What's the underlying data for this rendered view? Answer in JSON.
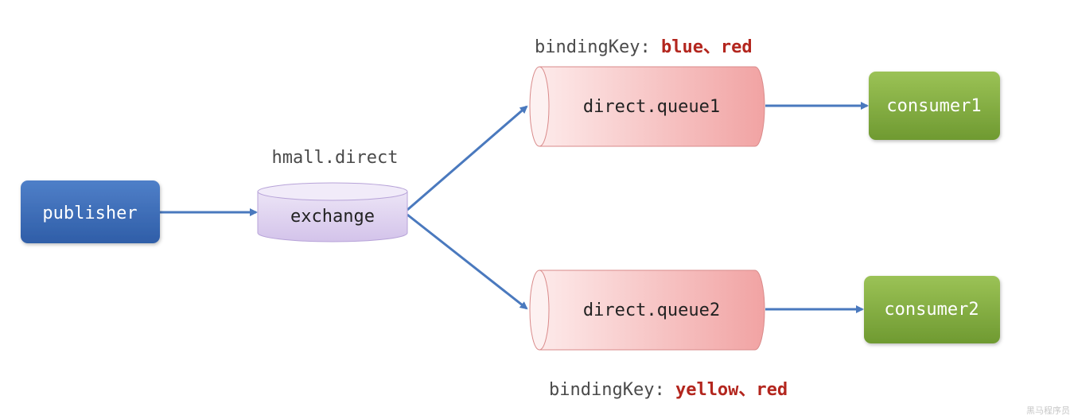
{
  "nodes": {
    "publisher": {
      "label": "publisher"
    },
    "exchange": {
      "name": "hmall.direct",
      "label": "exchange"
    },
    "queue1": {
      "label": "direct.queue1"
    },
    "queue2": {
      "label": "direct.queue2"
    },
    "consumer1": {
      "label": "consumer1"
    },
    "consumer2": {
      "label": "consumer2"
    }
  },
  "bindings": {
    "queue1": {
      "prefix": "bindingKey: ",
      "keys": "blue、red"
    },
    "queue2": {
      "prefix": "bindingKey: ",
      "keys": "yellow、red"
    }
  },
  "watermark": "黑马程序员"
}
